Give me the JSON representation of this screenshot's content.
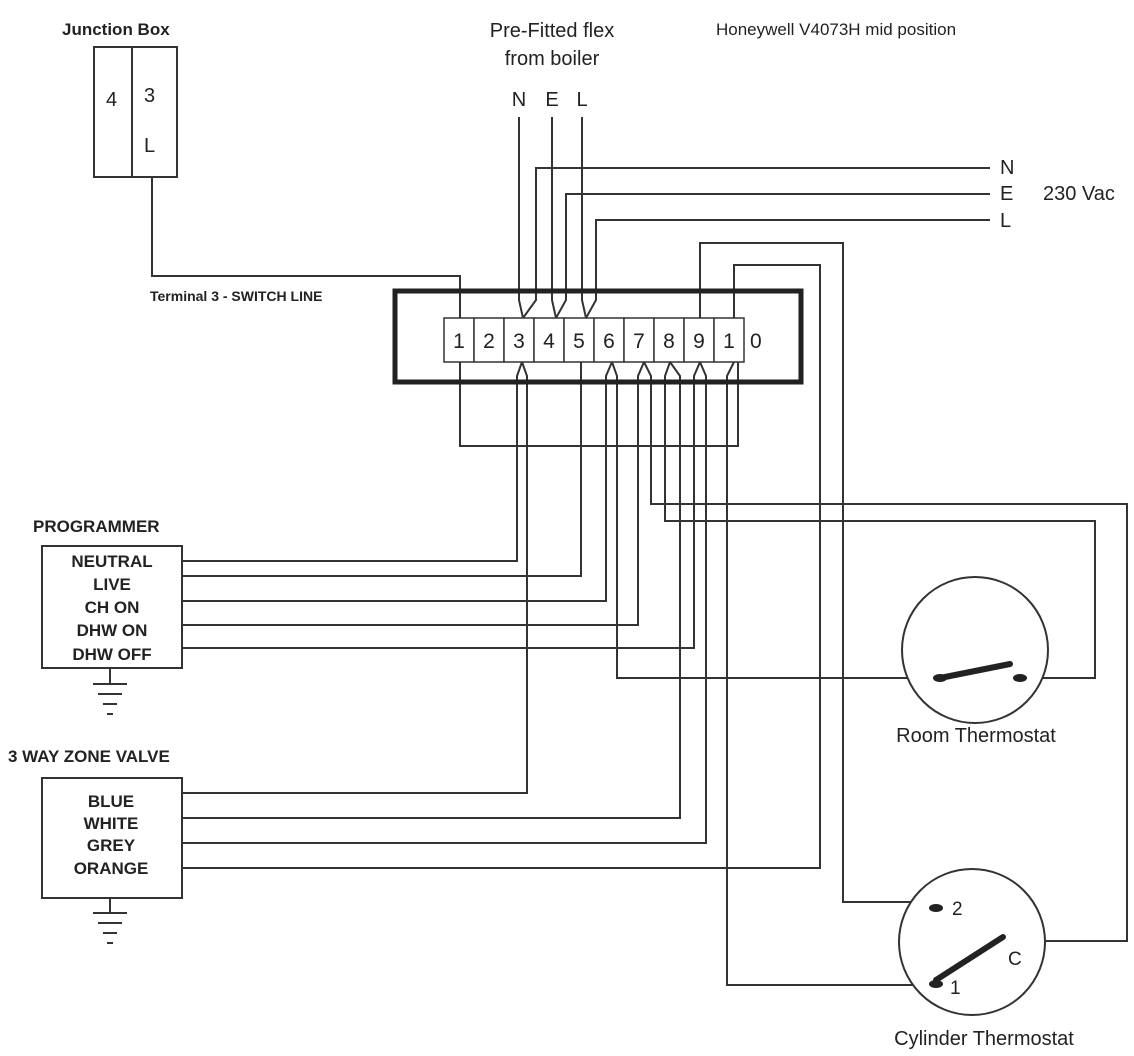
{
  "title": "Honeywell V4073H mid position",
  "junction_box": {
    "label": "Junction Box",
    "left_cell": "4",
    "right_cell_top": "3",
    "right_cell_bottom": "L"
  },
  "flex": {
    "title_line1": "Pre-Fitted flex",
    "title_line2": "from boiler",
    "n": "N",
    "e": "E",
    "l": "L"
  },
  "supply": {
    "n": "N",
    "e": "E",
    "l": "L",
    "voltage": "230 Vac"
  },
  "terminal_strip": {
    "label": "Terminal 3 - SWITCH LINE",
    "terminals": [
      "1",
      "2",
      "3",
      "4",
      "5",
      "6",
      "7",
      "8",
      "9",
      "1"
    ],
    "trailing": "0"
  },
  "programmer": {
    "label": "PROGRAMMER",
    "rows": [
      "NEUTRAL",
      "LIVE",
      "CH ON",
      "DHW ON",
      "DHW OFF"
    ]
  },
  "zone_valve": {
    "label": "3 WAY ZONE VALVE",
    "rows": [
      "BLUE",
      "WHITE",
      "GREY",
      "ORANGE"
    ]
  },
  "room_thermostat": {
    "label": "Room Thermostat"
  },
  "cylinder_thermostat": {
    "label": "Cylinder Thermostat",
    "t2": "2",
    "t1": "1",
    "tc": "C"
  }
}
